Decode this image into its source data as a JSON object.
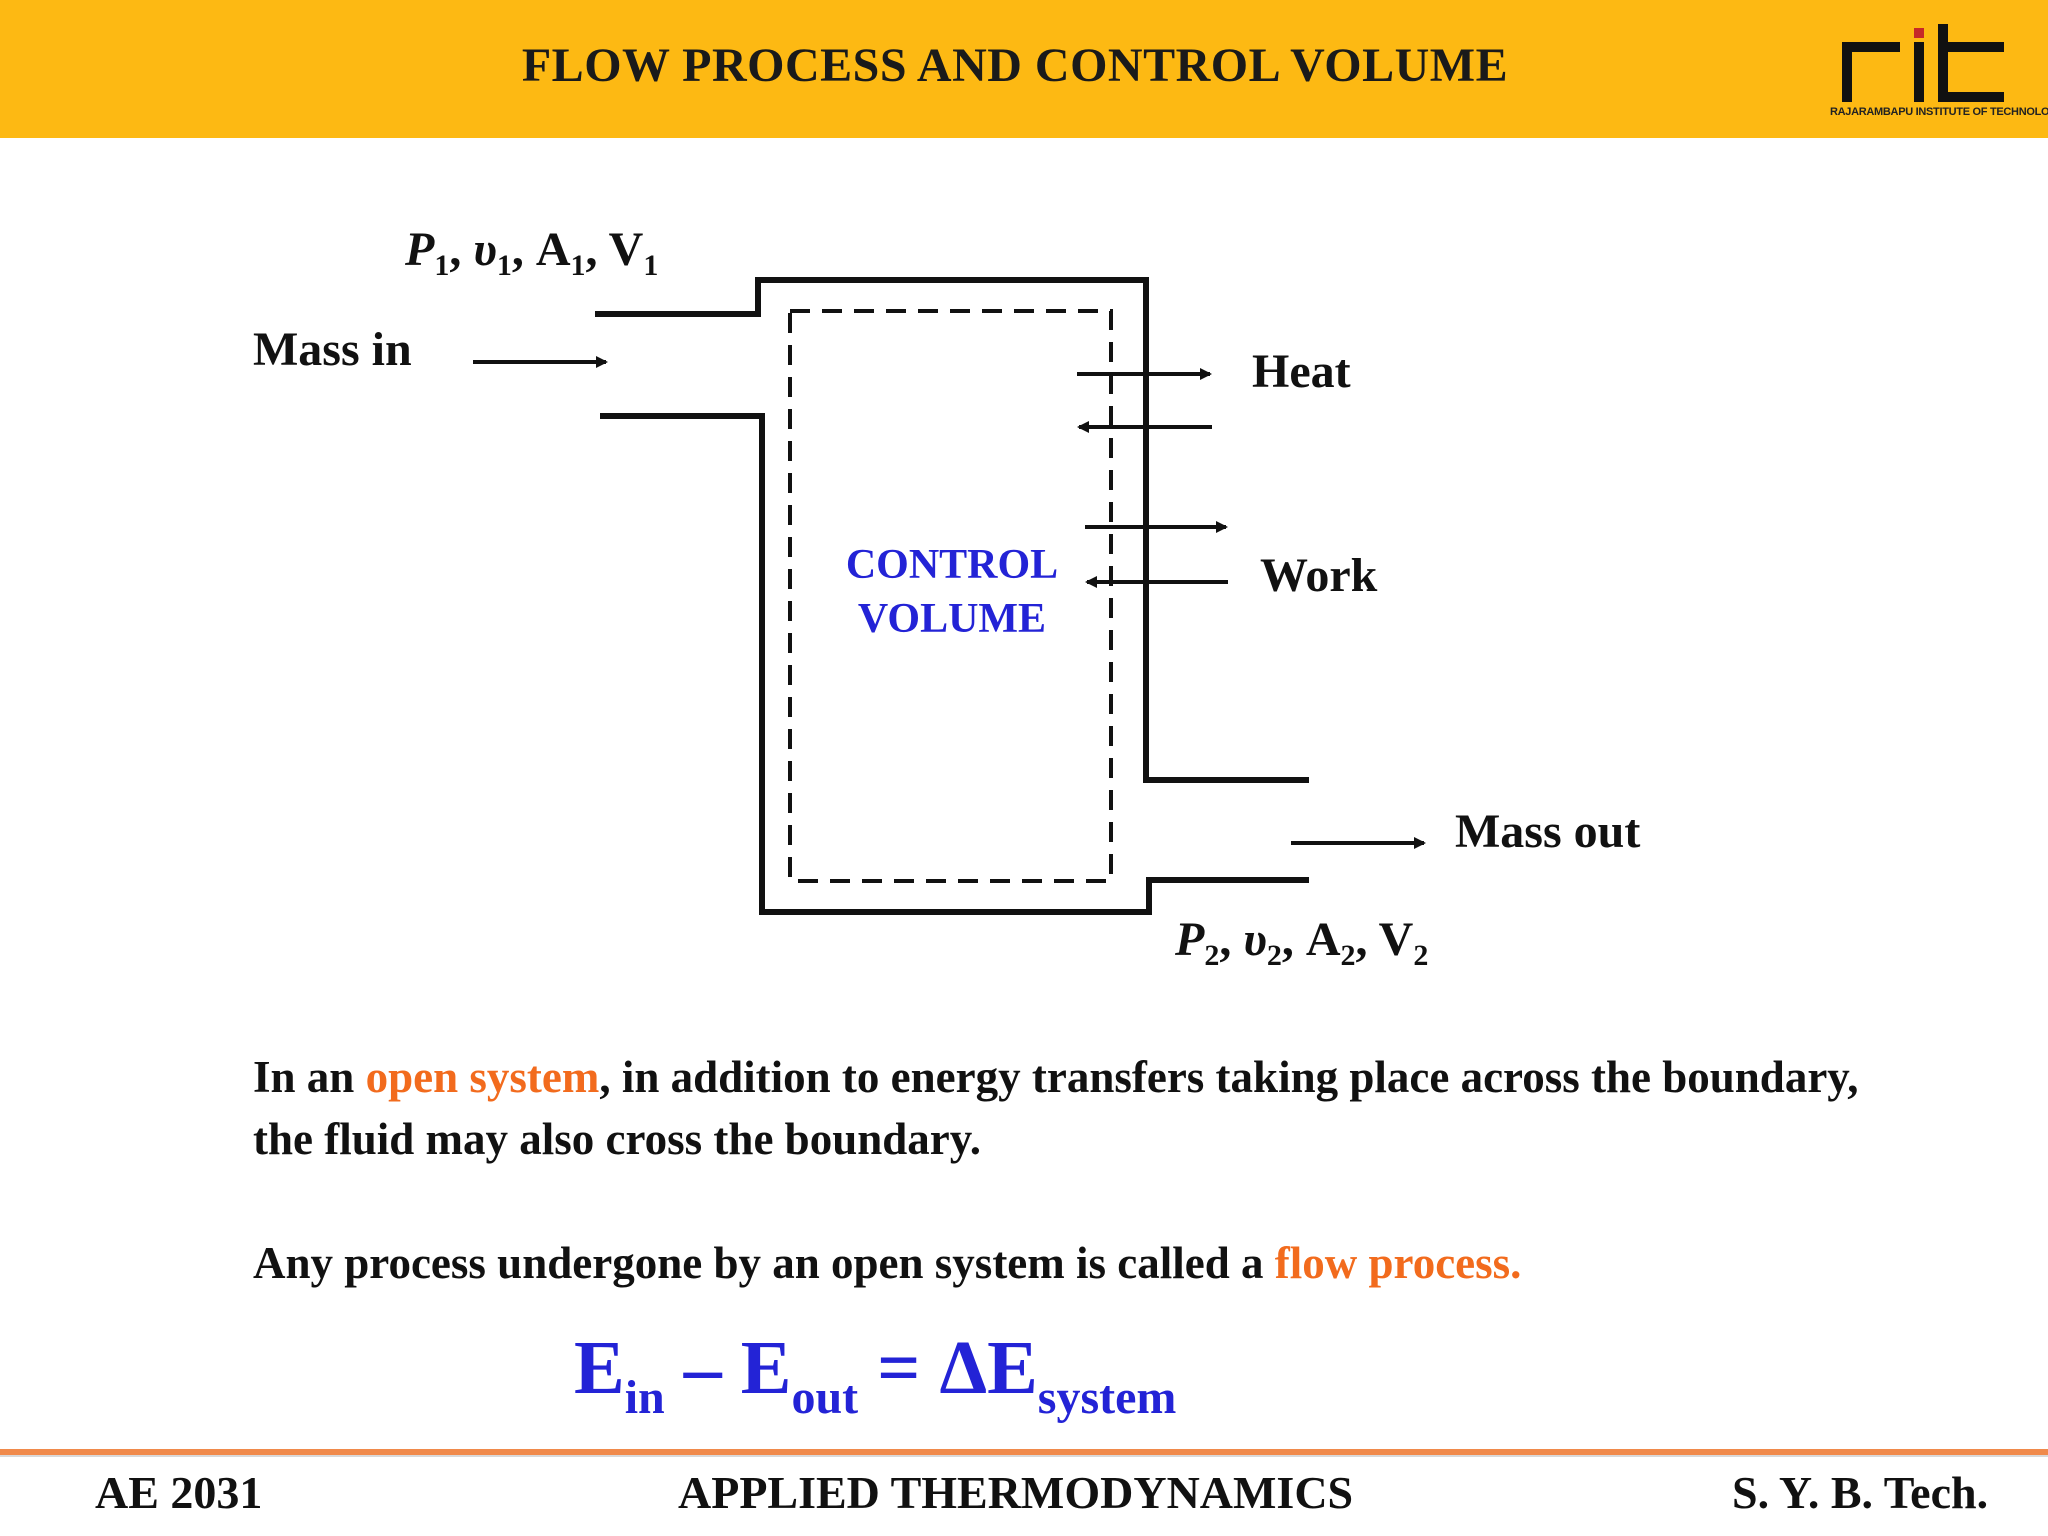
{
  "header": {
    "title": "FLOW PROCESS AND CONTROL VOLUME",
    "logo_subtitle": "RAJARAMBAPU INSTITUTE OF TECHNOLOGY",
    "bg_color": "#FDB913"
  },
  "diagram": {
    "mass_in": "Mass in",
    "mass_out": "Mass out",
    "heat": "Heat",
    "work": "Work",
    "cv_line1": "CONTROL",
    "cv_line2": "VOLUME",
    "inlet_state": {
      "P": "P",
      "v": "υ",
      "A": "A",
      "V": "V",
      "sub": "1"
    },
    "outlet_state": {
      "P": "P",
      "v": "υ",
      "A": "A",
      "V": "V",
      "sub": "2"
    }
  },
  "text": {
    "para1_a": "In an ",
    "para1_hl": "open system",
    "para1_b": ", in addition to energy transfers taking place across the boundary, the fluid may also cross the boundary.",
    "para2_a": "Any process undergone by an open system is called a ",
    "para2_hl": "flow process.",
    "highlight_color": "#F26B1D"
  },
  "equation": {
    "E": "E",
    "in": "in",
    "minus": " – ",
    "out": "out",
    "equals": " = ",
    "dE": "ΔE",
    "system": "system",
    "color": "#2323D6"
  },
  "footer": {
    "left": "AE 2031",
    "center": "APPLIED THERMODYNAMICS",
    "right": "S. Y. B. Tech."
  }
}
